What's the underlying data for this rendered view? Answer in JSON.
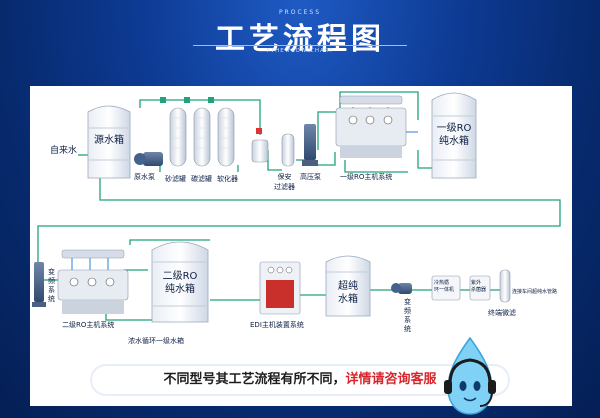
{
  "header": {
    "process_label": "PROCESS",
    "title": "工艺流程图",
    "subtitle": "PTHE FLOW CHART"
  },
  "row1": {
    "inlet": "自来水",
    "raw_tank": "源水箱",
    "raw_pump": "原水泵",
    "sand_filter": "砂滤罐",
    "carbon_filter": "碳滤罐",
    "softener": "软化器",
    "safety_filter": "保安\n过滤器",
    "hp_pump": "高压泵",
    "ro1_host": "一级RO主机系统",
    "ro1_tank": "一级RO\n纯水箱"
  },
  "row2": {
    "vfd1": "变\n频\n系\n统",
    "ro2_host": "二级RO主机系统",
    "ro2_tank": "二级RO\n纯水箱",
    "conc_return": "浓水循环一级水箱",
    "edi": "EDI主机装置系统",
    "ultra_tank": "超纯\n水箱",
    "vfd2": "变\n频\n系\n统",
    "cooler": "冷热循\n环一体机",
    "uv": "紫外\n杀菌器",
    "terminal_filter": "终端微滤",
    "outlet": "连接车间超纯水管路"
  },
  "banner": {
    "text_main": "不同型号其工艺流程有所不同，",
    "text_highlight": "详情请咨询客服"
  },
  "colors": {
    "pipe": "#1fa37a",
    "pipe_blue": "#2a7fe0",
    "accent_red": "#d7262c",
    "bg_dark": "#072a6e"
  }
}
